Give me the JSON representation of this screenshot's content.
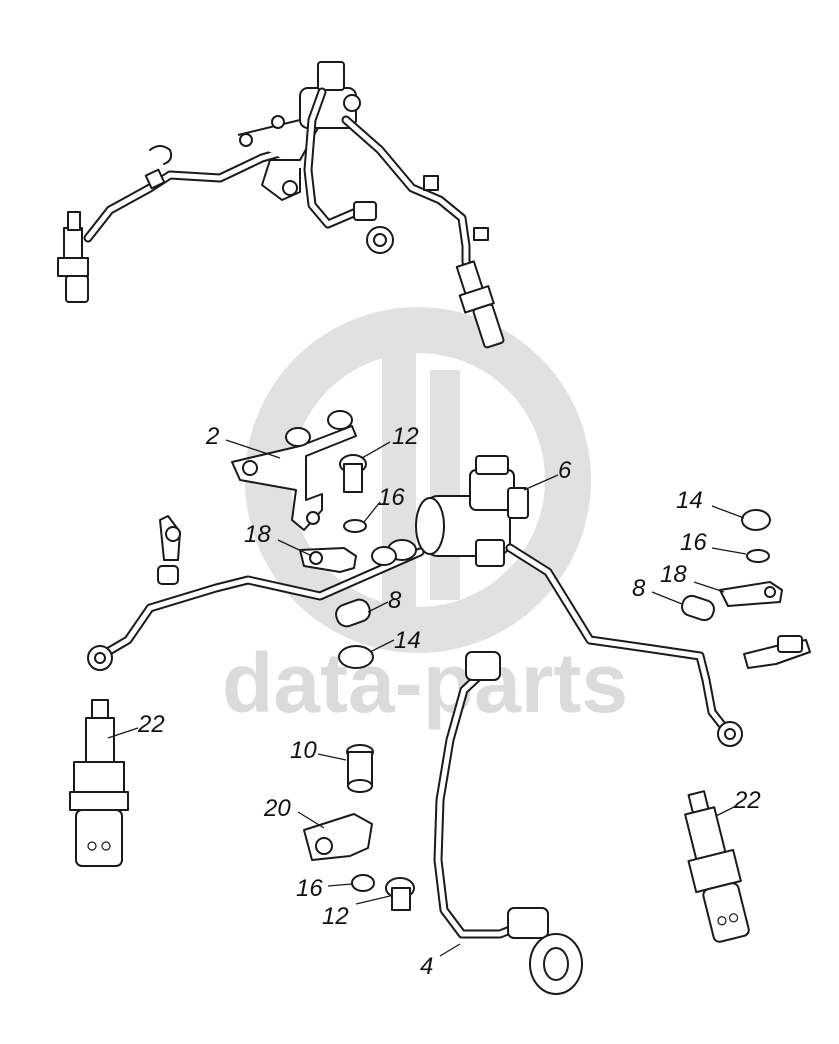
{
  "watermark": {
    "text": "data-parts",
    "color": "#c8c8c8"
  },
  "callouts": {
    "c2": "2",
    "c12a": "12",
    "c6": "6",
    "c16a": "16",
    "c18a": "18",
    "c14a": "14",
    "c16b": "16",
    "c18b": "18",
    "c8a": "8",
    "c8b": "8",
    "c14b": "14",
    "c22a": "22",
    "c10": "10",
    "c20": "20",
    "c16c": "16",
    "c12b": "12",
    "c4": "4",
    "c22b": "22"
  }
}
